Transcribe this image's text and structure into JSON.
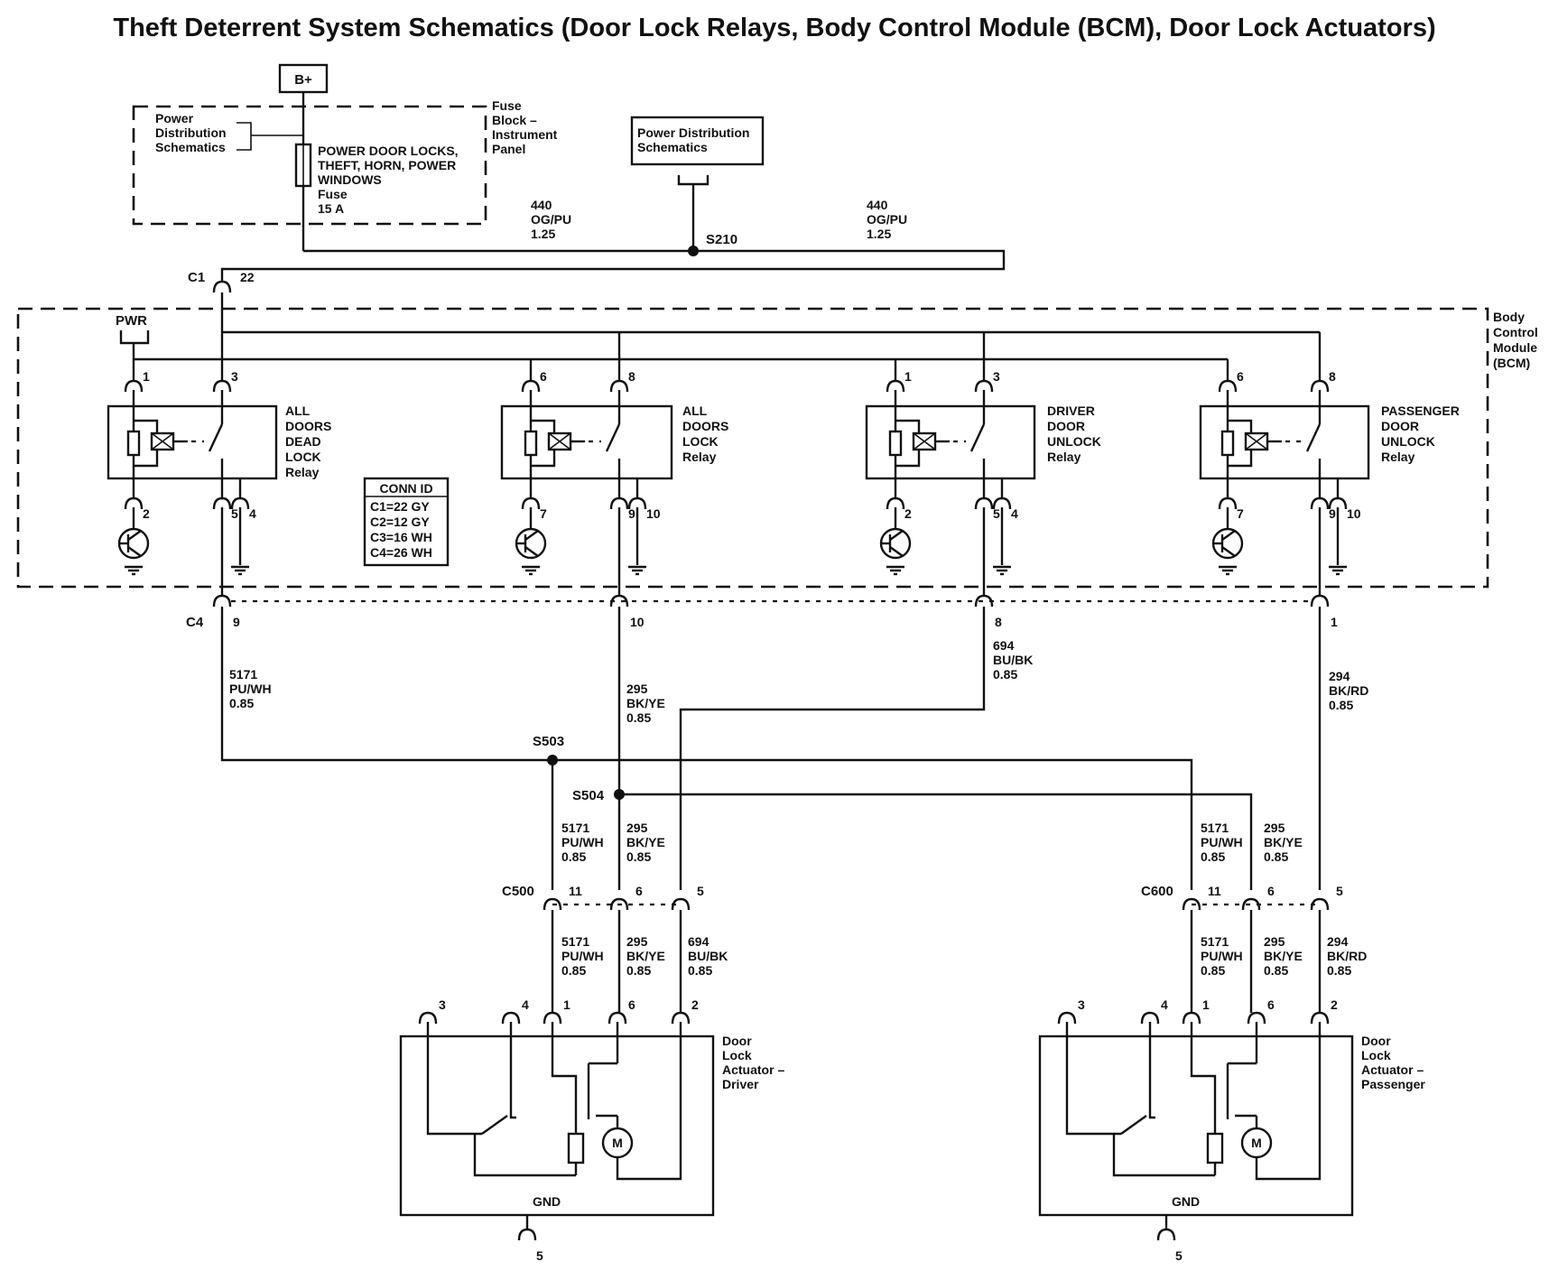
{
  "title": "Theft Deterrent System Schematics (Door Lock Relays, Body Control Module (BCM), Door Lock Actuators)",
  "battery": "B+",
  "fuse_block": {
    "label": [
      "Fuse",
      "Block –",
      "Instrument",
      "Panel"
    ],
    "power_dist_ref": [
      "Power",
      "Distribution",
      "Schematics"
    ],
    "fuse_label": [
      "POWER DOOR LOCKS,",
      "THEFT, HORN, POWER",
      "WINDOWS",
      "Fuse",
      "15 A"
    ]
  },
  "power_dist_box": [
    "Power Distribution",
    "Schematics"
  ],
  "splices": {
    "s210": "S210",
    "s503": "S503",
    "s504": "S504"
  },
  "wires": {
    "w440": [
      "440",
      "OG/PU",
      "1.25"
    ],
    "w5171": [
      "5171",
      "PU/WH",
      "0.85"
    ],
    "w295": [
      "295",
      "BK/YE",
      "0.85"
    ],
    "w694": [
      "694",
      "BU/BK",
      "0.85"
    ],
    "w294": [
      "294",
      "BK/RD",
      "0.85"
    ]
  },
  "connectors": {
    "c1": "C1",
    "c1_pin": "22",
    "c4": "C4",
    "c500": "C500",
    "c600": "C600"
  },
  "bcm": {
    "label": [
      "Body",
      "Control",
      "Module",
      "(BCM)"
    ],
    "pwr": "PWR"
  },
  "conn_id": {
    "title": "CONN ID",
    "rows": [
      "C1=22 GY",
      "C2=12 GY",
      "C3=16 WH",
      "C4=26 WH"
    ]
  },
  "relays": [
    {
      "label": [
        "ALL",
        "DOORS",
        "DEAD",
        "LOCK",
        "Relay"
      ],
      "pins": [
        "1",
        "3",
        "2",
        "5",
        "4"
      ],
      "c4_pin": "9"
    },
    {
      "label": [
        "ALL",
        "DOORS",
        "LOCK",
        "Relay"
      ],
      "pins": [
        "6",
        "8",
        "7",
        "9",
        "10"
      ],
      "c4_pin": "10"
    },
    {
      "label": [
        "DRIVER",
        "DOOR",
        "UNLOCK",
        "Relay"
      ],
      "pins": [
        "1",
        "3",
        "2",
        "5",
        "4"
      ],
      "c4_pin": "8"
    },
    {
      "label": [
        "PASSENGER",
        "DOOR",
        "UNLOCK",
        "Relay"
      ],
      "pins": [
        "6",
        "8",
        "7",
        "9",
        "10"
      ],
      "c4_pin": "1"
    }
  ],
  "c500_pins": [
    "11",
    "6",
    "5"
  ],
  "c600_pins": [
    "11",
    "6",
    "5"
  ],
  "actuators": [
    {
      "label": [
        "Door",
        "Lock",
        "Actuator –",
        "Driver"
      ],
      "pins": [
        "3",
        "4",
        "1",
        "6",
        "2"
      ],
      "gnd": "GND",
      "gnd_pin": "5",
      "motor": "M"
    },
    {
      "label": [
        "Door",
        "Lock",
        "Actuator –",
        "Passenger"
      ],
      "pins": [
        "3",
        "4",
        "1",
        "6",
        "2"
      ],
      "gnd": "GND",
      "gnd_pin": "5",
      "motor": "M"
    }
  ]
}
